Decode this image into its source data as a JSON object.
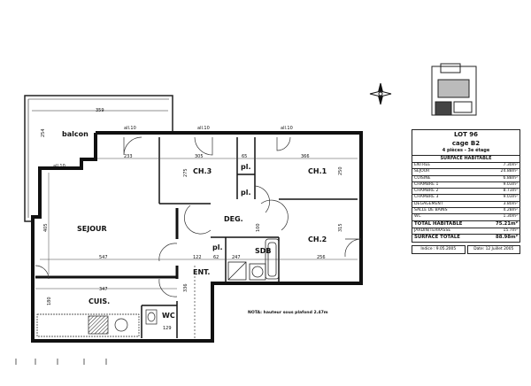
{
  "plan": {
    "rooms": {
      "balcon": "balcon",
      "ch3": "CH.3",
      "ch1": "CH.1",
      "ch2": "CH.2",
      "pl1": "pl.",
      "pl2": "pl.",
      "pl3": "pl.",
      "deg": "DEG.",
      "sejour": "SEJOUR",
      "sdb": "SDB",
      "ent": "ENT.",
      "cuis": "CUIS.",
      "wc": "WC"
    },
    "dimensions": {
      "balcon_w": "359",
      "balcon_h": "254",
      "sej_top": "233",
      "ch3_w": "305",
      "ch3_h": "275",
      "pl_w": "65",
      "ch1_w": "366",
      "ch1_h": "250",
      "deg_h": "100",
      "ch2_w": "256",
      "ch2_h": "315",
      "sej_w": "547",
      "sej_h": "405",
      "ent_w": "122",
      "ent_h": "336",
      "pl_b": "62",
      "sdb_w": "247",
      "cuis_w": "347",
      "cuis_h": "180",
      "wc_w": "129",
      "window1": "all.10",
      "window2": "all.10",
      "window3": "all.10",
      "window4": "all.10"
    },
    "note": "NOTA: hauteur sous plafond 2.47m"
  },
  "table": {
    "lot": "LOT 96",
    "cage": "cage B2",
    "subtitle": "4 pièces - 3e étage",
    "section": "SURFACE HABITABLE",
    "rows": [
      {
        "label": "ENTREE",
        "value": "7.30m²"
      },
      {
        "label": "SEJOUR",
        "value": "24.88m²"
      },
      {
        "label": "CUISINE",
        "value": "6.88m²"
      },
      {
        "label": "CHAMBRE 1",
        "value": "9.03m²"
      },
      {
        "label": "CHAMBRE 2",
        "value": "8.73m²"
      },
      {
        "label": "CHAMBRE 3",
        "value": "9.03m²"
      },
      {
        "label": "DEGAGEMENT",
        "value": "3.80m²"
      },
      {
        "label": "SALLE DE BAINS",
        "value": "4.28m²"
      },
      {
        "label": "WC",
        "value": "1.30m²"
      }
    ],
    "total_label": "TOTAL HABITABLE",
    "total_value": "75.21m²",
    "jardin_label": "JARDIN/TERRASSE",
    "jardin_value": "15.7m²",
    "surface_label": "SURFACE TOTALE",
    "surface_value": "88.98m²",
    "indice": "Indice : 9.05.2005",
    "date": "Date: 12 Juillet 2005"
  }
}
